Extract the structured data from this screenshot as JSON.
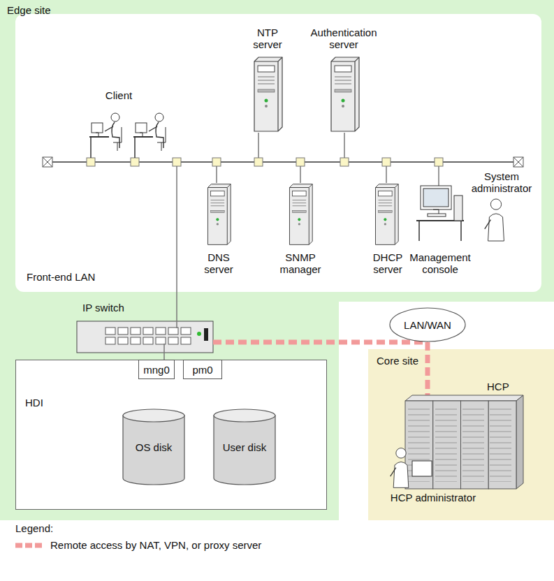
{
  "diagram": {
    "nodes": [
      {
        "text": [
          "Edge site"
        ]
      },
      {
        "text": [
          "Front-end LAN"
        ],
        "in": 0
      },
      {
        "text": [
          "Client"
        ],
        "in": 1
      },
      {
        "text": [
          "NTP server"
        ],
        "in": 1
      },
      {
        "text": [
          "Authentication server"
        ],
        "in": 1
      },
      {
        "text": [
          "DNS server"
        ],
        "in": 1
      },
      {
        "text": [
          "SNMP manager"
        ],
        "in": 1
      },
      {
        "text": [
          "DHCP server"
        ],
        "in": 1
      },
      {
        "text": [
          "System administrator"
        ],
        "in": 1
      },
      {
        "text": [
          "Management console"
        ],
        "in": 1
      },
      {
        "text": [
          "IP switch"
        ],
        "in": 0
      },
      {
        "text": [
          "HDI"
        ],
        "in": 0
      },
      {
        "text": [
          "mng0"
        ],
        "in": 11
      },
      {
        "text": [
          "pm0"
        ],
        "in": 11
      },
      {
        "text": [
          "OS disk"
        ],
        "in": 11
      },
      {
        "text": [
          "User disk"
        ],
        "in": 11
      },
      {
        "text": [
          "LAN/WAN"
        ]
      },
      {
        "text": [
          "Core site"
        ]
      },
      {
        "text": [
          "HCP"
        ],
        "in": 17
      },
      {
        "text": [
          "HCP administrator"
        ],
        "in": 17
      }
    ],
    "edges": [
      {
        "from": 1,
        "to": 10,
        "arrow": "none"
      },
      {
        "from": 12,
        "to": 10,
        "arrow": "none"
      },
      {
        "from": 10,
        "to": 16,
        "arrow": "none"
      },
      {
        "from": 16,
        "to": 18,
        "arrow": "none"
      }
    ],
    "labels": [
      "Legend:"
    ],
    "legend": [
      {
        "text": "Remote access by NAT, VPN, or proxy server"
      }
    ]
  }
}
